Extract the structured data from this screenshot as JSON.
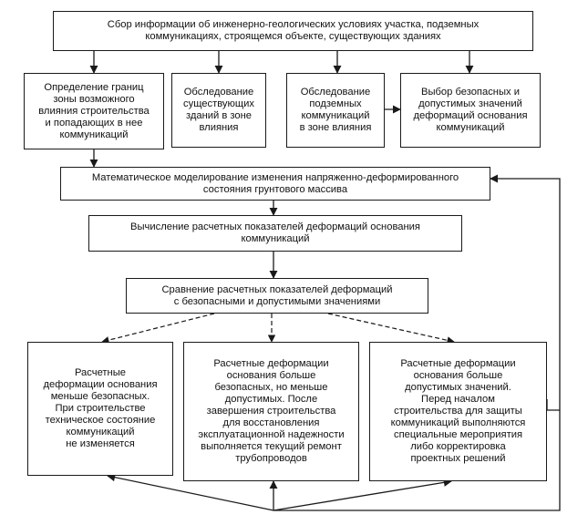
{
  "boxes": {
    "top": "Сбор информации об инженерно-геологических условиях участка, подземных\nкоммуникациях, строящемся объекте, существующих зданиях",
    "zone": "Определение границ\nзоны возможного\nвлияния строительства\nи попадающих в нее\nкоммуникаций",
    "buildings": "Обследование\nсуществующих\nзданий в зоне\nвлияния",
    "utilities": "Обследование\nподземных\nкоммуникаций\nв зоне влияния",
    "choice": "Выбор безопасных и\nдопустимых значений\nдеформаций основания\nкоммуникаций",
    "modeling": "Математическое моделирование изменения напряженно-деформированного\nсостояния грунтового массива",
    "calc": "Вычисление расчетных показателей деформаций основания\nкоммуникаций",
    "compare": "Сравнение расчетных показателей деформаций\nс безопасными и допустимыми значениями",
    "out_left": "Расчетные\nдеформации основания\nменьше безопасных.\nПри строительстве\nтехническое состояние\nкоммуникаций\nне изменяется",
    "out_mid": "Расчетные деформации\nоснования больше\nбезопасных, но меньше\nдопустимых. После\nзавершения строительства\nдля восстановления\nэксплуатационной надежности\nвыполняется текущий ремонт\nтрубопроводов",
    "out_right": "Расчетные деформации\nоснования больше\nдопустимых значений.\nПеред началом\nстроительства для защиты\nкоммуникаций выполняются\nспециальные мероприятия\nлибо корректировка\nпроектных решений"
  }
}
